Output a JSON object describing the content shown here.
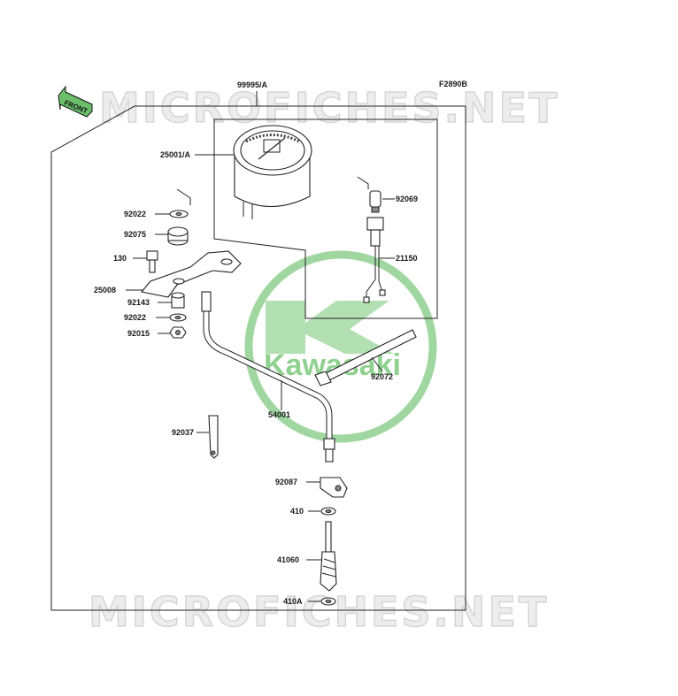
{
  "diagram": {
    "code": "F2890B",
    "assembly_label": "99995/A",
    "front_arrow": "FRONT",
    "watermark_text": "MICROFICHES.NET",
    "brand_logo": "Kawasaki",
    "parts": [
      {
        "id": "p-25001a",
        "label": "25001/A"
      },
      {
        "id": "p-92069",
        "label": "92069"
      },
      {
        "id": "p-92022a",
        "label": "92022"
      },
      {
        "id": "p-92075",
        "label": "92075"
      },
      {
        "id": "p-130",
        "label": "130"
      },
      {
        "id": "p-21150",
        "label": "21150"
      },
      {
        "id": "p-25008",
        "label": "25008"
      },
      {
        "id": "p-92143",
        "label": "92143"
      },
      {
        "id": "p-92022b",
        "label": "92022"
      },
      {
        "id": "p-92015",
        "label": "92015"
      },
      {
        "id": "p-92072",
        "label": "92072"
      },
      {
        "id": "p-54001",
        "label": "54001"
      },
      {
        "id": "p-92037",
        "label": "92037"
      },
      {
        "id": "p-92087",
        "label": "92087"
      },
      {
        "id": "p-410",
        "label": "410"
      },
      {
        "id": "p-41060",
        "label": "41060"
      },
      {
        "id": "p-410a",
        "label": "410A"
      }
    ],
    "colors": {
      "line": "#222222",
      "label": "#1a1a1a",
      "watermark_fill": "#ededed",
      "logo": "#7cc97c",
      "front_arrow_fill": "#5aa05a"
    }
  }
}
